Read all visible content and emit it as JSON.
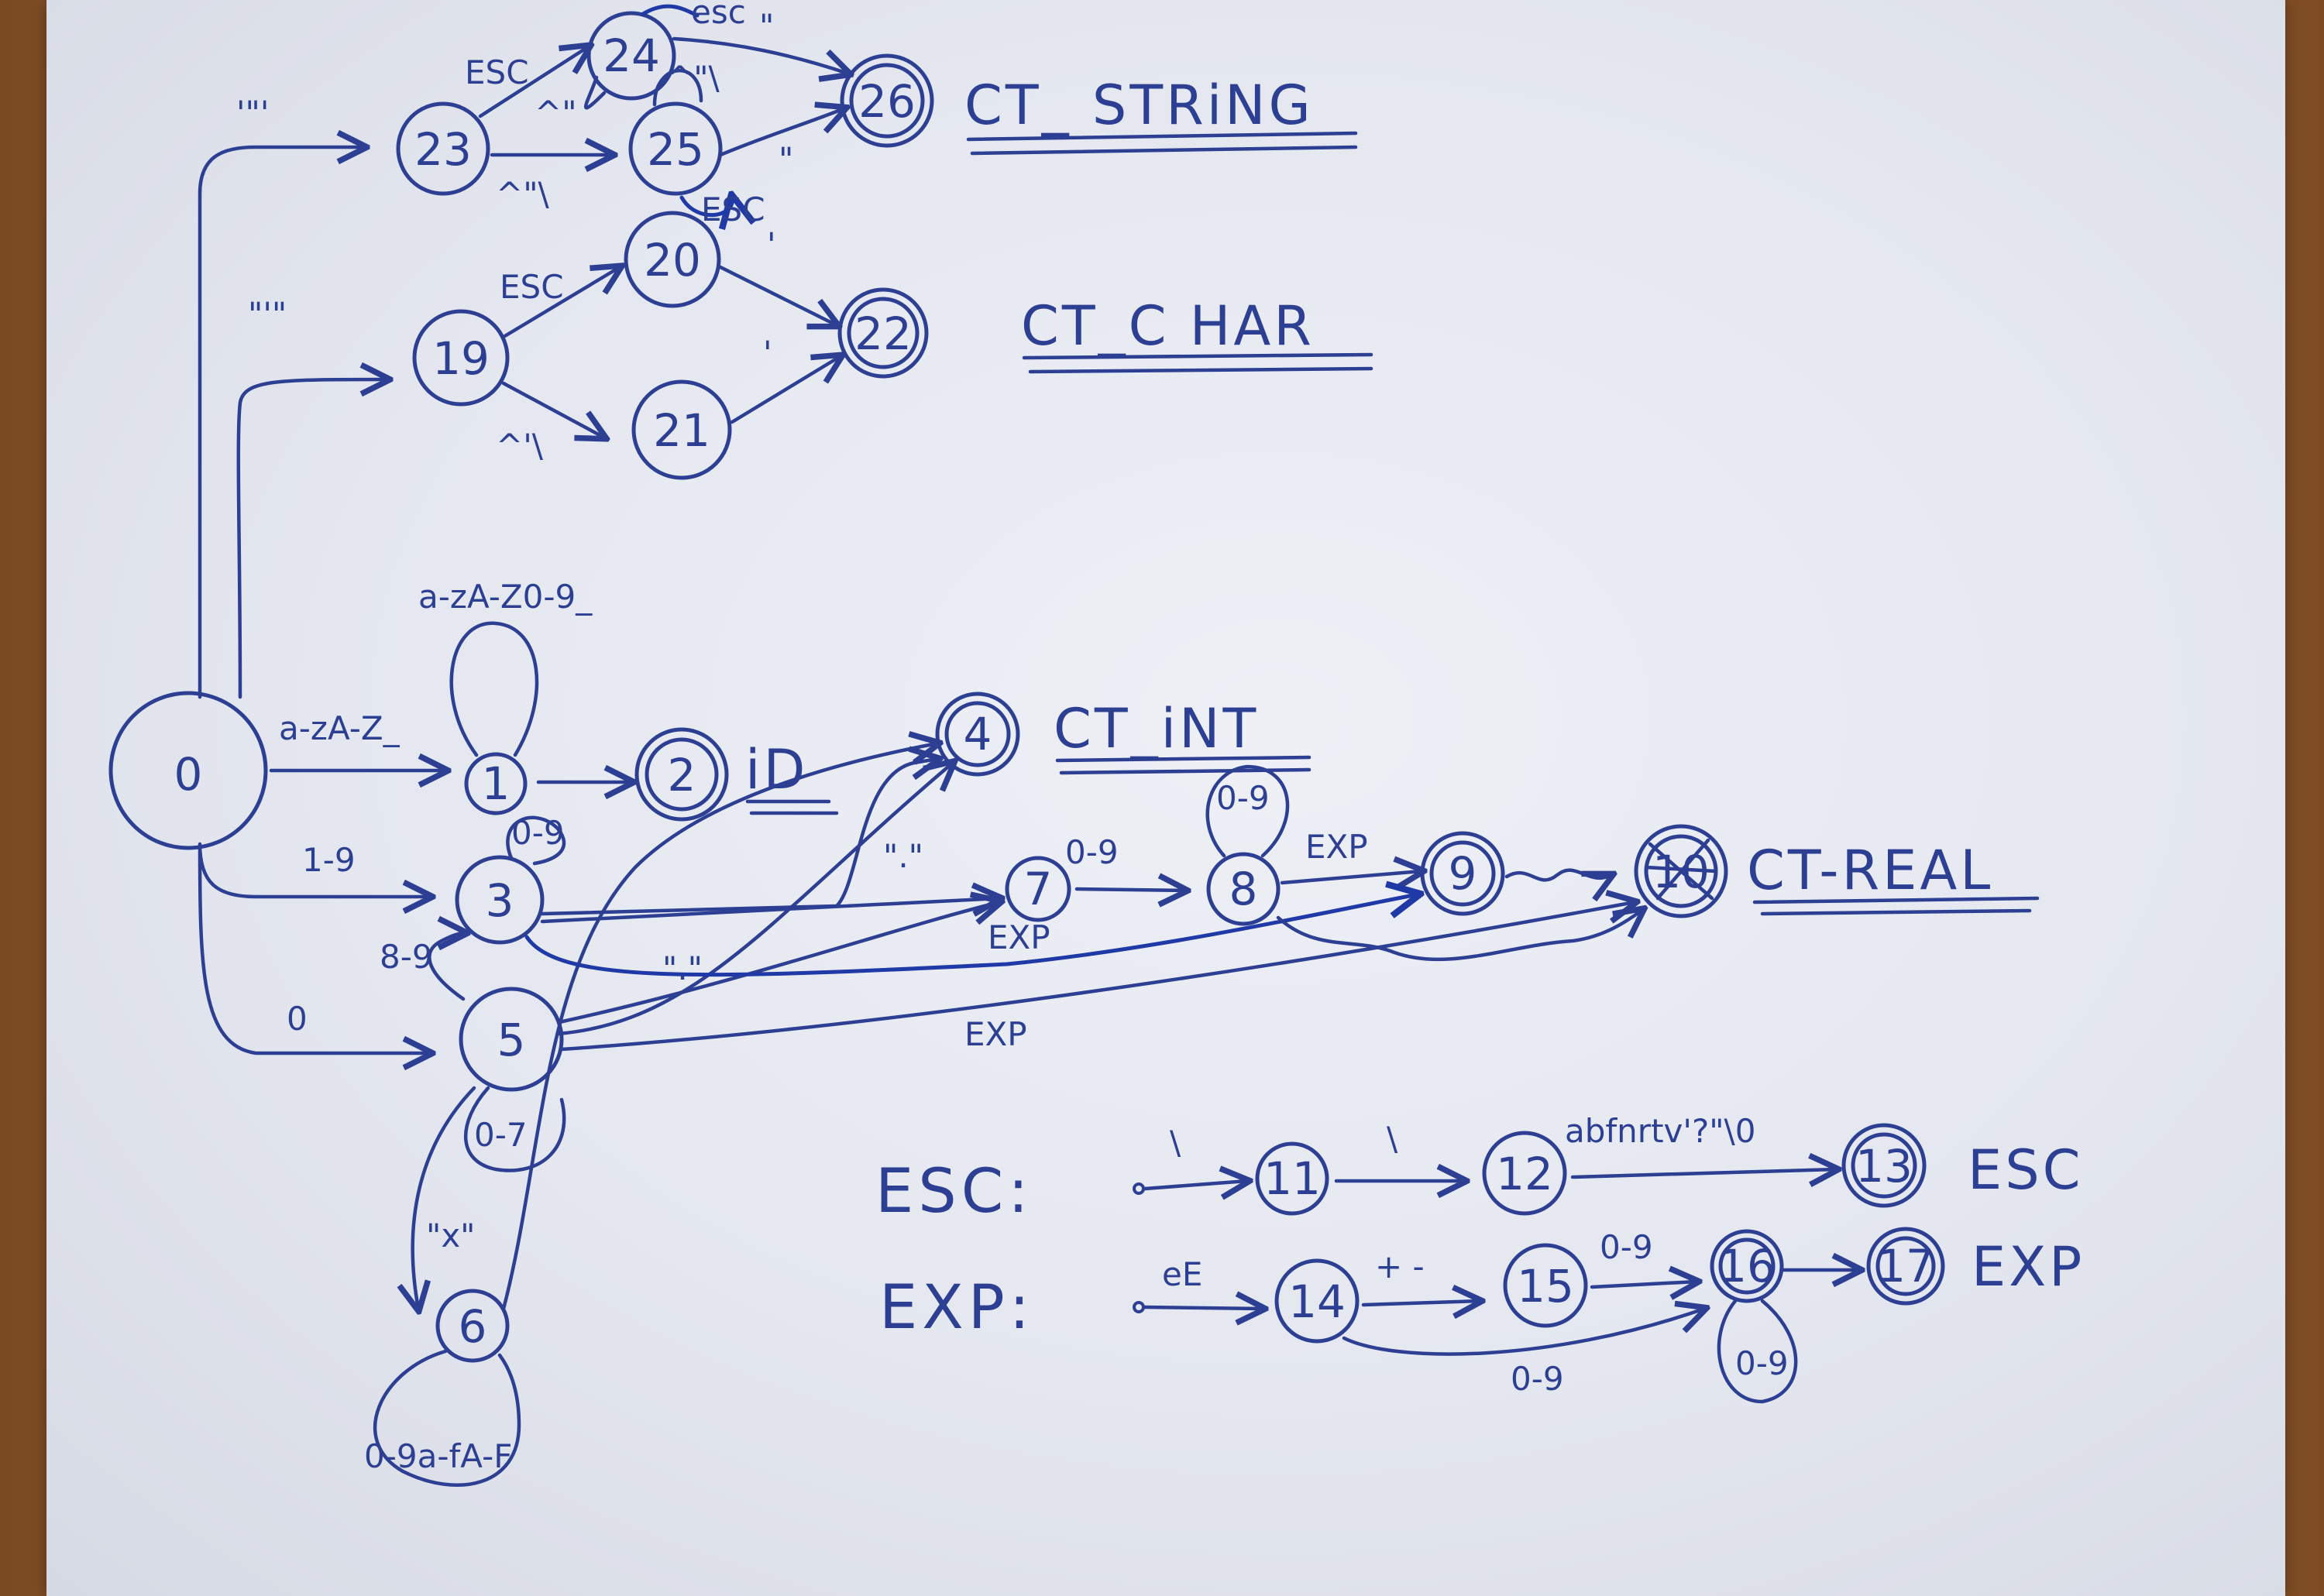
{
  "diagram": {
    "tokens": {
      "ct_string": "CT_ STRiNG",
      "ct_char": "CT_C HAR",
      "id": "iD",
      "ct_int": "CT_iNT",
      "ct_real": "CT-REAL"
    },
    "states": {
      "s0": "0",
      "s1": "1",
      "s2": "2",
      "s3": "3",
      "s4": "4",
      "s5": "5",
      "s6": "6",
      "s7": "7",
      "s8": "8",
      "s9": "9",
      "s10": "10",
      "s19": "19",
      "s20": "20",
      "s21": "21",
      "s22": "22",
      "s23": "23",
      "s24": "24",
      "s25": "25",
      "s26": "26"
    },
    "edge_labels": {
      "to23": "'\"'",
      "to19": "\"'\"",
      "to1": "a-zA-Z_",
      "loop1": "a-zA-Z0-9_",
      "to3": "1-9",
      "loop3": "0-9",
      "to5": "0",
      "s3_back": "8-9",
      "loop5": "0-7",
      "to6": "\"x\"",
      "loop6": "0-9a-fA-F",
      "to7": "\".\"",
      "s7_8": "0-9",
      "loop8": "0-9",
      "s8_9": "EXP",
      "s7_exp": "EXP",
      "dot_label": "\".\"",
      "s5_exp": "EXP",
      "s23_esc": "ESC",
      "s23_25": "^\"\\",
      "s24_loop": "^\"",
      "s24_esc": "esc",
      "s24_26": "\"",
      "s25_loop": "^\"\\",
      "s25_esc": "ESC",
      "s25_26": "\"",
      "s19_esc": "ESC",
      "s19_21": "^'\\",
      "s20_22": "'",
      "s21_22": "'"
    },
    "esc_machine": {
      "title": "ESC:",
      "label_1": "\\",
      "label_2": "\\",
      "label_3": "abfnrtv'?\"\\0",
      "states": [
        "11",
        "12",
        "13"
      ],
      "result": "ESC"
    },
    "exp_machine": {
      "title": "EXP:",
      "label_1": "eE",
      "label_2": "+ -",
      "label_3": "0-9",
      "label_4": "0-9",
      "label_5": "0-9",
      "states": [
        "14",
        "15",
        "16",
        "17"
      ],
      "result": "EXP"
    }
  }
}
